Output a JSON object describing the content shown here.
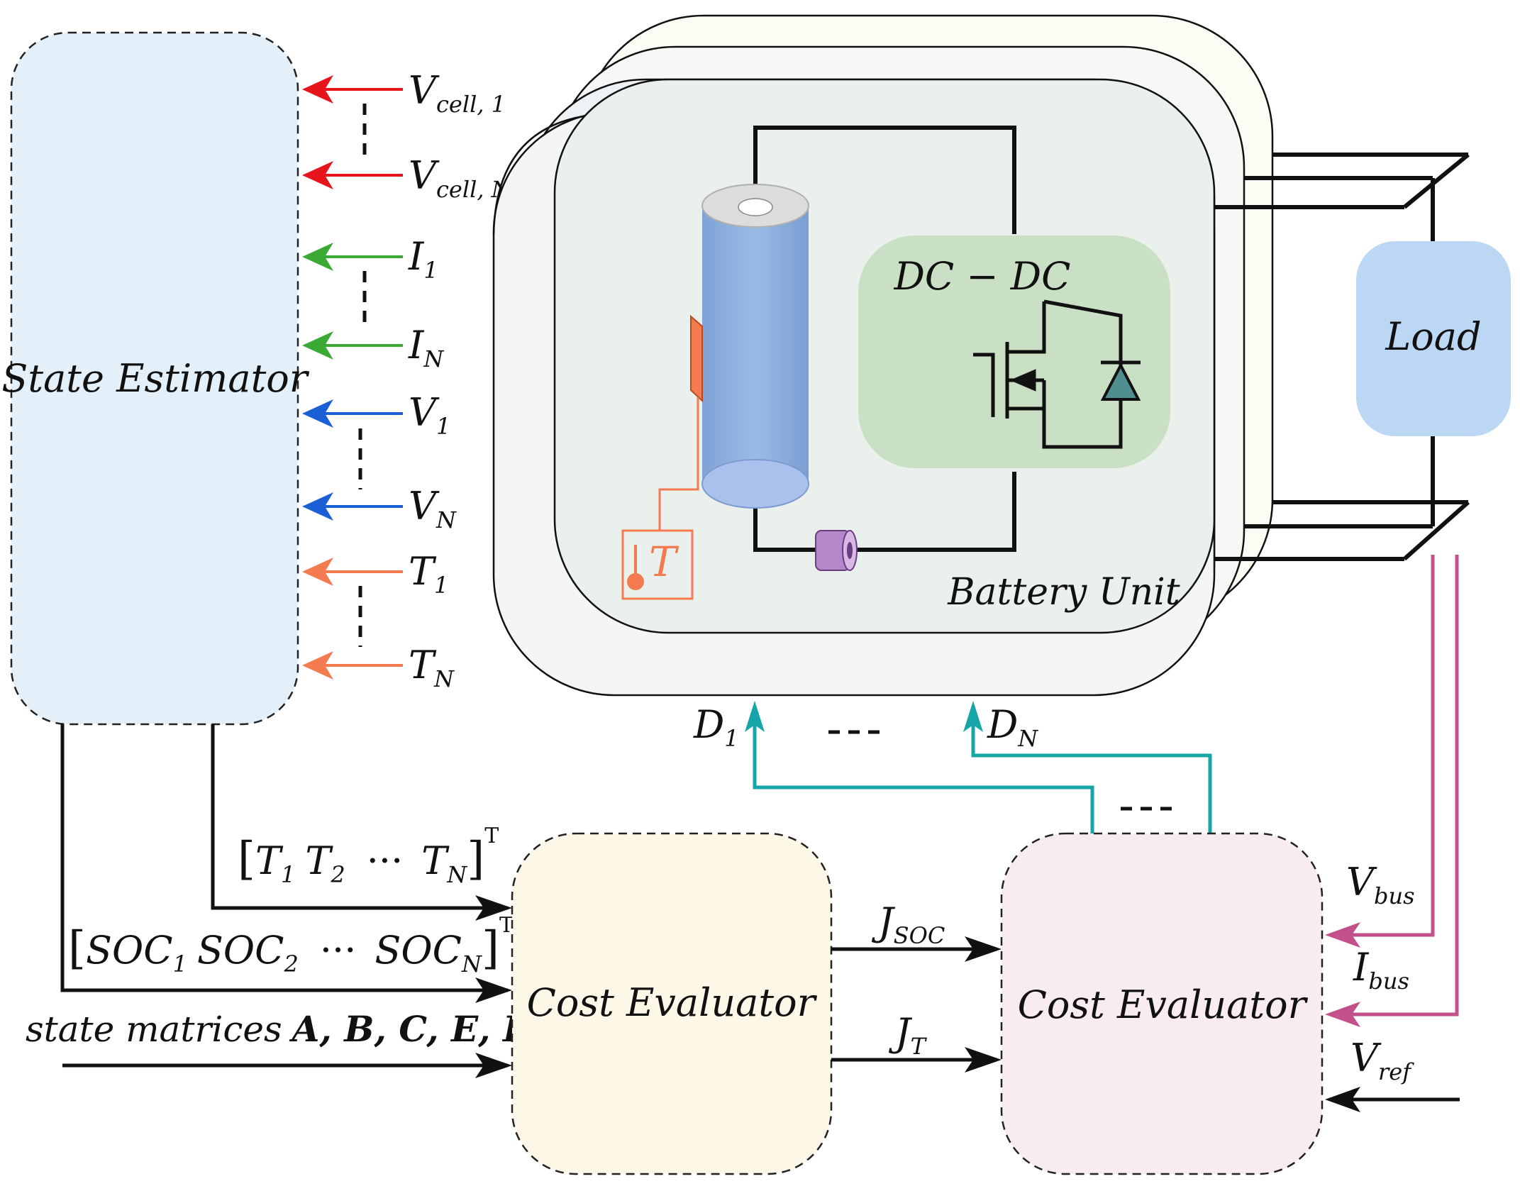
{
  "state_estimator": {
    "label": "State Estimator"
  },
  "inputs": [
    {
      "base": "V",
      "sub": "cell, 1",
      "color": "#e8141c"
    },
    {
      "base": "V",
      "sub": "cell, N",
      "color": "#e8141c"
    },
    {
      "base": "I",
      "sub": "1",
      "color": "#3aaa35"
    },
    {
      "base": "I",
      "sub": "N",
      "color": "#3aaa35"
    },
    {
      "base": "V",
      "sub": "1",
      "color": "#1a5fd6"
    },
    {
      "base": "V",
      "sub": "N",
      "color": "#1a5fd6"
    },
    {
      "base": "T",
      "sub": "1",
      "color": "#f47a4f"
    },
    {
      "base": "T",
      "sub": "N",
      "color": "#f47a4f"
    }
  ],
  "battery_unit": {
    "label": "Battery Unit",
    "converter_label": "DC − DC",
    "sensor_label": "T"
  },
  "load": {
    "label": "Load"
  },
  "duty": {
    "d1": {
      "base": "D",
      "sub": "1"
    },
    "dn": {
      "base": "D",
      "sub": "N"
    },
    "ellipsis": "- - -",
    "color": "#16a5a8"
  },
  "vectors": {
    "temps": {
      "open": "[",
      "t1": "T",
      "s1": "1",
      "t2": "T",
      "s2": "2",
      "dots": "···",
      "tn": "T",
      "sn": "N",
      "close": "]",
      "sup": "T"
    },
    "socs": {
      "open": "[",
      "t1": "SOC",
      "s1": "1",
      "t2": "SOC",
      "s2": "2",
      "dots": "···",
      "tn": "SOC",
      "sn": "N",
      "close": "]",
      "sup": "T"
    },
    "matrices": {
      "prefix": "state matrices",
      "items": "A, B, C, E, F"
    }
  },
  "cost_left": {
    "label": "Cost Evaluator"
  },
  "cost_right": {
    "label": "Cost Evaluator"
  },
  "costs": {
    "jsoc": {
      "base": "J",
      "sub": "SOC"
    },
    "jt": {
      "base": "J",
      "sub": "T"
    }
  },
  "bus": {
    "vbus": {
      "base": "V",
      "sub": "bus"
    },
    "ibus": {
      "base": "I",
      "sub": "bus"
    },
    "vref": {
      "base": "V",
      "sub": "ref"
    },
    "color": "#c2508a"
  }
}
